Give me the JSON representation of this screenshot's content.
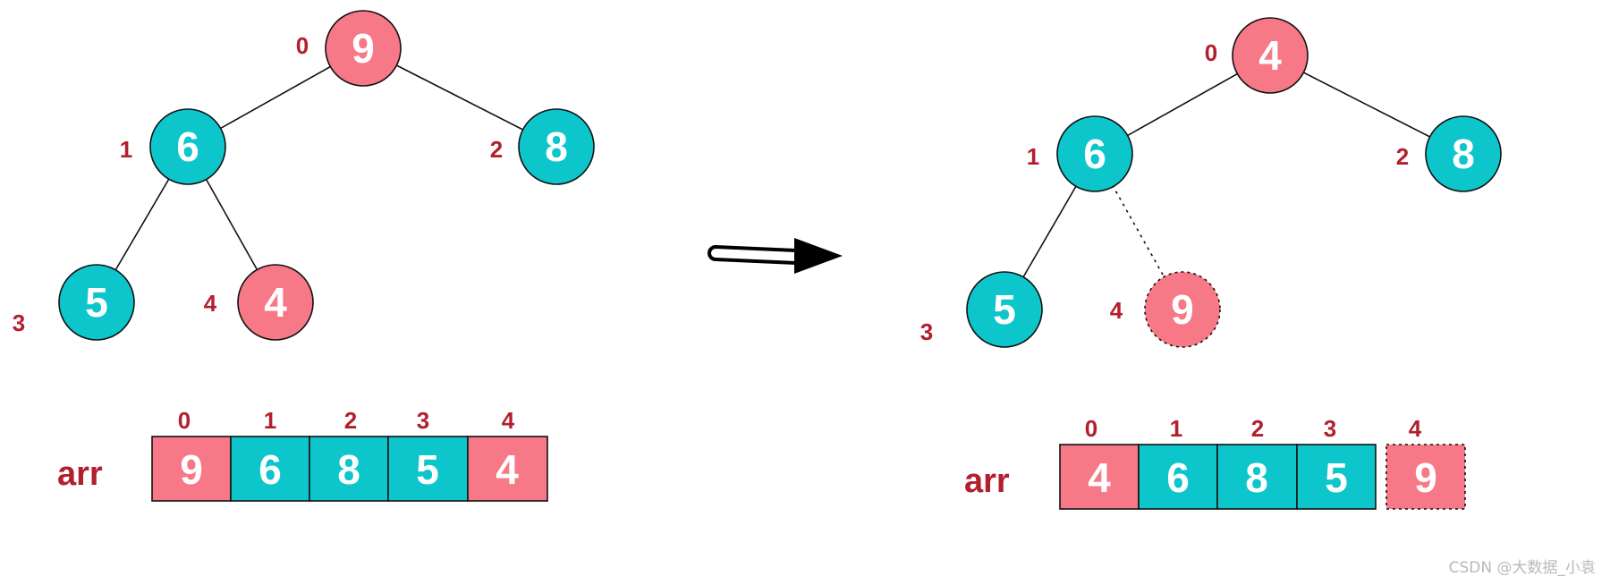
{
  "colors": {
    "red_node": "#f77886",
    "teal_node": "#0cc6cc",
    "index_label": "#b21f2d",
    "stroke": "#111111"
  },
  "left": {
    "tree": {
      "nodes": [
        {
          "index": "0",
          "value": "9",
          "color": "red"
        },
        {
          "index": "1",
          "value": "6",
          "color": "teal"
        },
        {
          "index": "2",
          "value": "8",
          "color": "teal"
        },
        {
          "index": "3",
          "value": "5",
          "color": "teal"
        },
        {
          "index": "4",
          "value": "4",
          "color": "red"
        }
      ]
    },
    "array": {
      "label": "arr",
      "cells": [
        {
          "index": "0",
          "value": "9",
          "color": "red"
        },
        {
          "index": "1",
          "value": "6",
          "color": "teal"
        },
        {
          "index": "2",
          "value": "8",
          "color": "teal"
        },
        {
          "index": "3",
          "value": "5",
          "color": "teal"
        },
        {
          "index": "4",
          "value": "4",
          "color": "red"
        }
      ]
    }
  },
  "right": {
    "tree": {
      "nodes": [
        {
          "index": "0",
          "value": "4",
          "color": "red"
        },
        {
          "index": "1",
          "value": "6",
          "color": "teal"
        },
        {
          "index": "2",
          "value": "8",
          "color": "teal"
        },
        {
          "index": "3",
          "value": "5",
          "color": "teal"
        },
        {
          "index": "4",
          "value": "9",
          "color": "red",
          "dashed": true
        }
      ]
    },
    "array": {
      "label": "arr",
      "cells": [
        {
          "index": "0",
          "value": "4",
          "color": "red"
        },
        {
          "index": "1",
          "value": "6",
          "color": "teal"
        },
        {
          "index": "2",
          "value": "8",
          "color": "teal"
        },
        {
          "index": "3",
          "value": "5",
          "color": "teal"
        },
        {
          "index": "4",
          "value": "9",
          "color": "red",
          "dashed": true
        }
      ]
    }
  },
  "arrow": {
    "icon": "right-arrow-icon"
  },
  "watermark": "CSDN @大数据_小袁"
}
